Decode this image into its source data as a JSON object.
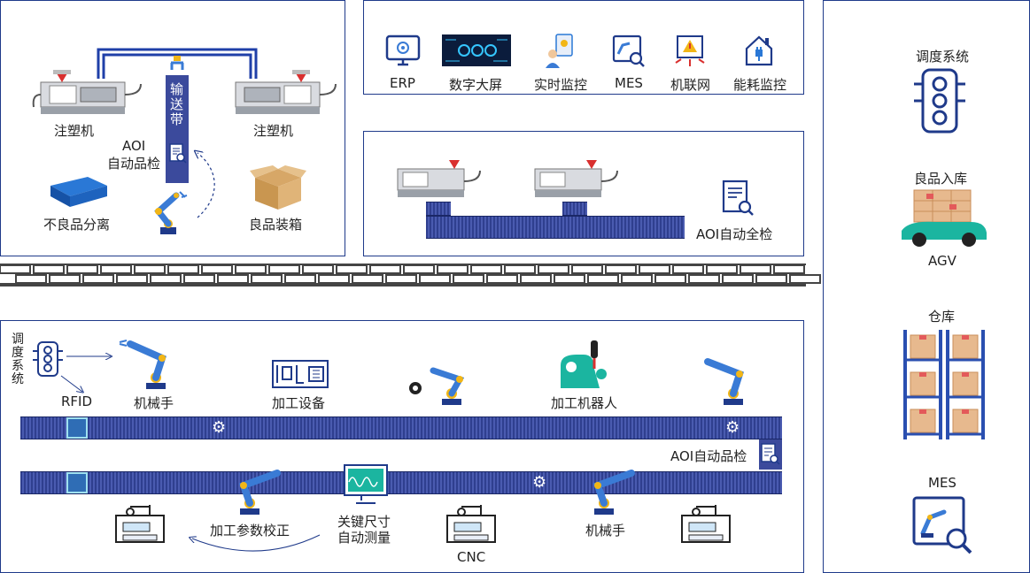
{
  "colors": {
    "accent": "#1f3a8a",
    "belt": "#3b4a9c",
    "robot_blue": "#3a7bd5",
    "robot_yellow": "#f2b616",
    "teal": "#1bb5a0"
  },
  "top_left": {
    "machine_left": "注塑机",
    "machine_right": "注塑机",
    "conveyor": "输送带",
    "aoi_line1": "AOI",
    "aoi_line2": "自动品检",
    "reject": "不良品分离",
    "pack": "良品装箱"
  },
  "systems": [
    {
      "label": "ERP",
      "icon": "erp-icon"
    },
    {
      "label": "数字大屏",
      "icon": "dashboard-icon"
    },
    {
      "label": "实时监控",
      "icon": "monitor-person-icon"
    },
    {
      "label": "MES",
      "icon": "mes-icon"
    },
    {
      "label": "机联网",
      "icon": "network-icon"
    },
    {
      "label": "能耗监控",
      "icon": "energy-icon"
    }
  ],
  "mid_right": {
    "aoi_full": "AOI自动全检"
  },
  "bottom": {
    "dispatch": "调度系统",
    "rfid": "RFID",
    "robot_arm": "机械手",
    "equipment": "加工设备",
    "robot": "加工机器人",
    "aoi": "AOI自动品检",
    "param": "加工参数校正",
    "measure_line1": "关键尺寸",
    "measure_line2": "自动测量",
    "cnc": "CNC",
    "robot_arm2": "机械手"
  },
  "right": {
    "dispatch": "调度系统",
    "goods_in": "良品入库",
    "agv": "AGV",
    "warehouse": "仓库",
    "mes": "MES"
  }
}
